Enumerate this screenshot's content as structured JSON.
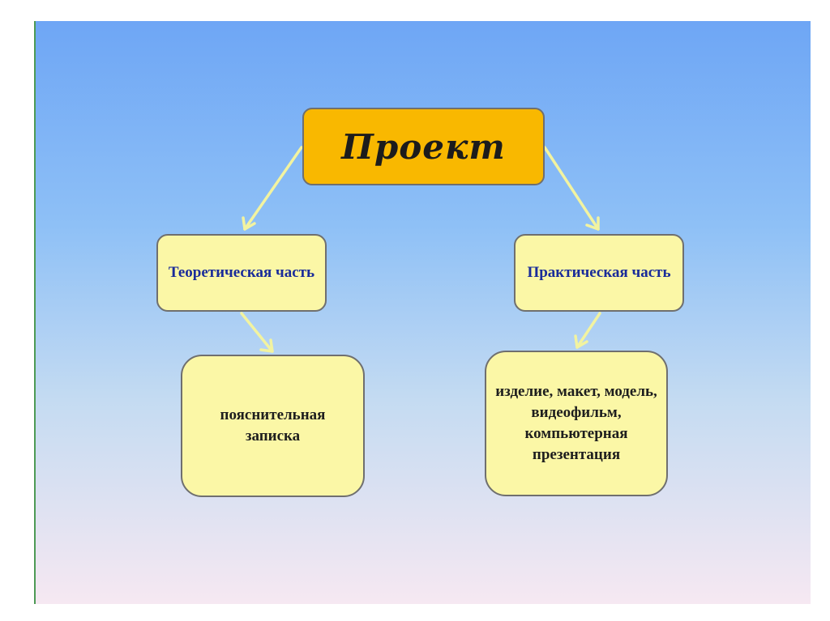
{
  "diagram": {
    "root": {
      "label": "Проект"
    },
    "branches": [
      {
        "label": "Теоретическая часть",
        "child": "пояснительная записка"
      },
      {
        "label": "Практическая часть",
        "child": "изделие, макет, модель, видеофильм, компьютерная презентация"
      }
    ],
    "colors": {
      "root_fill": "#f9b800",
      "node_fill": "#fbf7a6",
      "connector": "#f2f3a0",
      "branch_text": "#1a2c9a"
    }
  }
}
